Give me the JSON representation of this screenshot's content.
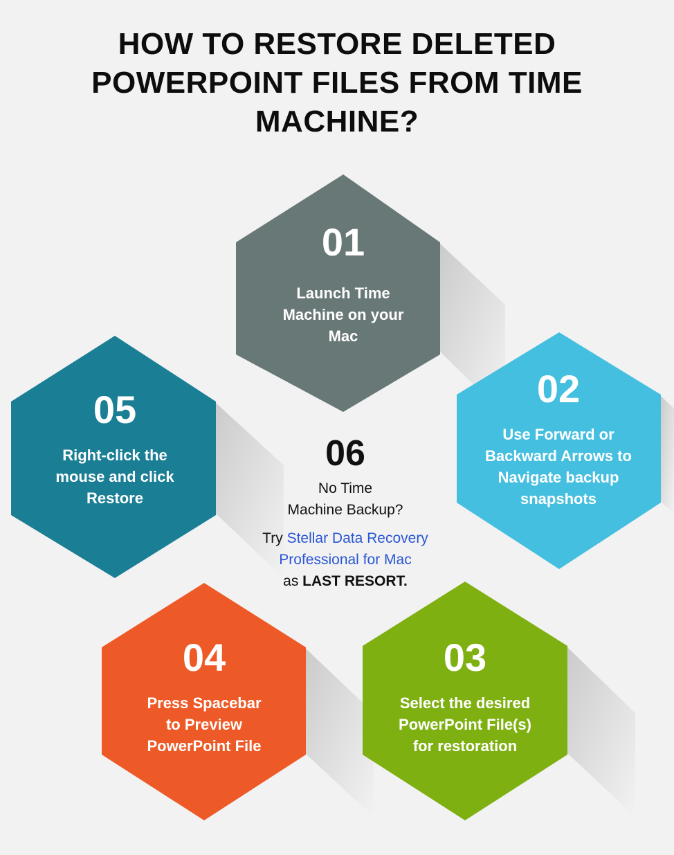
{
  "title": [
    "HOW TO RESTORE DELETED",
    "POWERPOINT FILES FROM TIME",
    "MACHINE?"
  ],
  "colors": {
    "background": "#f2f2f2",
    "step01": "#687876",
    "step02": "#45bfe0",
    "step03": "#7fb012",
    "step04": "#ee5a27",
    "step05": "#1a7e95",
    "link": "#2a56d6"
  },
  "steps": [
    {
      "number": "01",
      "lines": [
        "Launch Time",
        "Machine on your",
        "Mac"
      ]
    },
    {
      "number": "02",
      "lines": [
        "Use Forward or",
        "Backward Arrows to",
        "Navigate backup",
        "snapshots"
      ]
    },
    {
      "number": "03",
      "lines": [
        "Select the desired",
        "PowerPoint File(s)",
        "for restoration"
      ]
    },
    {
      "number": "04",
      "lines": [
        "Press Spacebar",
        "to Preview",
        "PowerPoint File"
      ]
    },
    {
      "number": "05",
      "lines": [
        "Right-click the",
        "mouse and click",
        "Restore"
      ]
    }
  ],
  "center": {
    "number": "06",
    "question": [
      "No Time",
      "Machine Backup?"
    ],
    "try_prefix": "Try ",
    "link_text_1": "Stellar Data Recovery",
    "link_text_2": "Professional for Mac",
    "as_text": "as ",
    "emphasis": "LAST RESORT."
  }
}
